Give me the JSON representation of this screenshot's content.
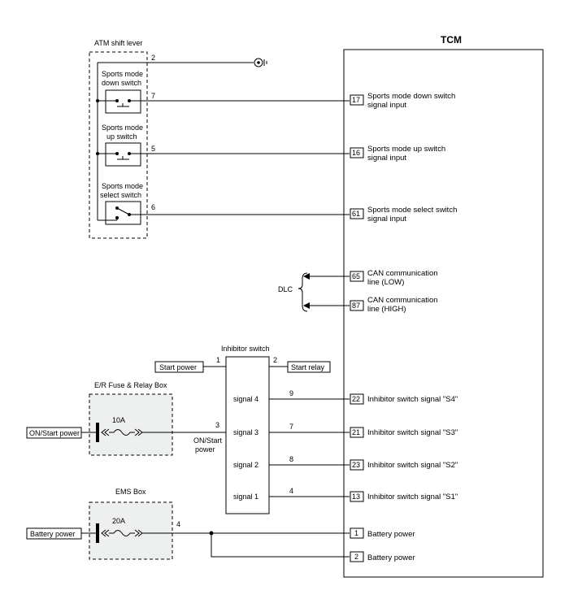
{
  "tcm": {
    "title": "TCM"
  },
  "shift_lever": {
    "title": "ATM shift lever",
    "ground_pin": "2",
    "switches": [
      {
        "line1": "Sports mode",
        "line2": "down switch",
        "lever_pin": "7",
        "tcm_pin": "17",
        "signal_line1": "Sports mode down switch",
        "signal_line2": "signal input"
      },
      {
        "line1": "Sports mode",
        "line2": "up switch",
        "lever_pin": "5",
        "tcm_pin": "16",
        "signal_line1": "Sports mode up switch",
        "signal_line2": "signal input"
      },
      {
        "line1": "Sports mode",
        "line2": "select switch",
        "lever_pin": "6",
        "tcm_pin": "61",
        "signal_line1": "Sports mode select switch",
        "signal_line2": "signal input"
      }
    ]
  },
  "dlc": {
    "label": "DLC",
    "lines": [
      {
        "tcm_pin": "65",
        "line1": "CAN communication",
        "line2": "line (LOW)"
      },
      {
        "tcm_pin": "87",
        "line1": "CAN communication",
        "line2": "line (HIGH)"
      }
    ]
  },
  "inhibitor": {
    "title": "Inhibitor switch",
    "start_power": "Start power",
    "start_relay": "Start relay",
    "start_power_pin": "1",
    "start_relay_pin": "2",
    "signals": [
      {
        "label": "signal 4",
        "pin": "9",
        "tcm_pin": "22",
        "text": "Inhibitor switch signal \"S4\""
      },
      {
        "label": "signal 3",
        "pin": "7",
        "tcm_pin": "21",
        "text": "Inhibitor switch signal \"S3\""
      },
      {
        "label": "signal 2",
        "pin": "8",
        "tcm_pin": "23",
        "text": "Inhibitor switch signal \"S2\""
      },
      {
        "label": "signal 1",
        "pin": "4",
        "tcm_pin": "13",
        "text": "Inhibitor switch signal \"S1\""
      }
    ],
    "on_start_pin": "3",
    "on_start_line1": "ON/Start",
    "on_start_line2": "power"
  },
  "er_fuse_box": {
    "title": "E/R Fuse & Relay Box",
    "fuse": "10A",
    "source": "ON/Start power"
  },
  "ems_box": {
    "title": "EMS Box",
    "fuse": "20A",
    "source": "Battery power",
    "pin": "4"
  },
  "battery": [
    {
      "tcm_pin": "1",
      "text": "Battery power"
    },
    {
      "tcm_pin": "2",
      "text": "Battery power"
    }
  ]
}
